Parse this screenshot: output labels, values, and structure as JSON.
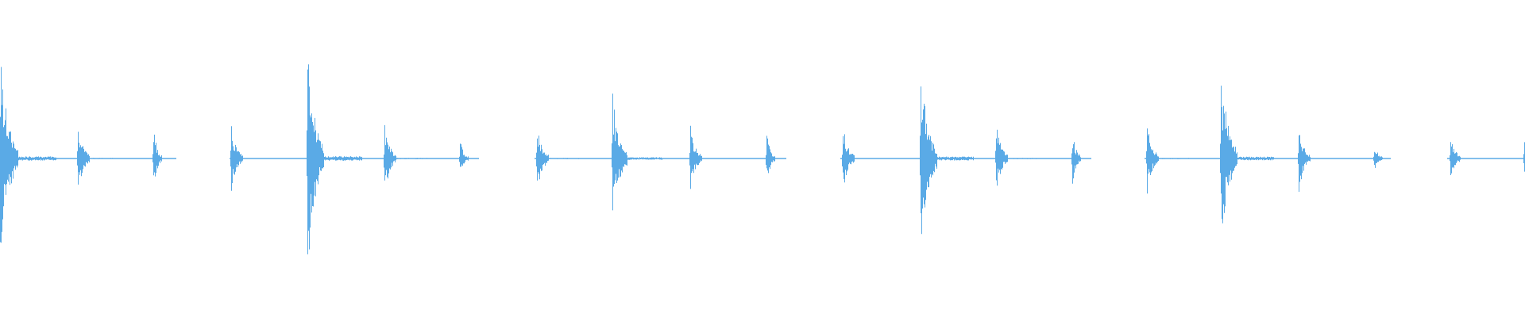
{
  "waveform": {
    "color": "#5aaae6",
    "background": "#ffffff",
    "duration_units": 1920,
    "amplitude_scale": 1.0,
    "events": [
      {
        "t": 0,
        "amp": 0.88,
        "decay": 22,
        "tail": 48
      },
      {
        "t": 98,
        "amp": 0.3,
        "decay": 14,
        "tail": 40
      },
      {
        "t": 193,
        "amp": 0.26,
        "decay": 10,
        "tail": 26
      },
      {
        "t": 291,
        "amp": 0.28,
        "decay": 14,
        "tail": 40
      },
      {
        "t": 387,
        "amp": 0.98,
        "decay": 20,
        "tail": 48
      },
      {
        "t": 484,
        "amp": 0.32,
        "decay": 14,
        "tail": 40
      },
      {
        "t": 579,
        "amp": 0.16,
        "decay": 10,
        "tail": 24
      },
      {
        "t": 676,
        "amp": 0.3,
        "decay": 14,
        "tail": 40
      },
      {
        "t": 771,
        "amp": 0.56,
        "decay": 18,
        "tail": 44
      },
      {
        "t": 869,
        "amp": 0.28,
        "decay": 14,
        "tail": 40
      },
      {
        "t": 965,
        "amp": 0.22,
        "decay": 10,
        "tail": 26
      },
      {
        "t": 1061,
        "amp": 0.28,
        "decay": 14,
        "tail": 40
      },
      {
        "t": 1159,
        "amp": 0.82,
        "decay": 20,
        "tail": 46
      },
      {
        "t": 1254,
        "amp": 0.3,
        "decay": 14,
        "tail": 40
      },
      {
        "t": 1350,
        "amp": 0.22,
        "decay": 10,
        "tail": 26
      },
      {
        "t": 1444,
        "amp": 0.3,
        "decay": 14,
        "tail": 40
      },
      {
        "t": 1537,
        "amp": 0.78,
        "decay": 20,
        "tail": 46
      },
      {
        "t": 1635,
        "amp": 0.28,
        "decay": 14,
        "tail": 40
      },
      {
        "t": 1730,
        "amp": 0.14,
        "decay": 10,
        "tail": 22
      },
      {
        "t": 1826,
        "amp": 0.22,
        "decay": 12,
        "tail": 36
      },
      {
        "t": 1919,
        "amp": 0.18,
        "decay": 6,
        "tail": 2
      }
    ],
    "silence_ranges": [
      [
        222,
        288
      ],
      [
        603,
        672
      ],
      [
        990,
        1057
      ],
      [
        1374,
        1440
      ],
      [
        1751,
        1821
      ]
    ]
  }
}
